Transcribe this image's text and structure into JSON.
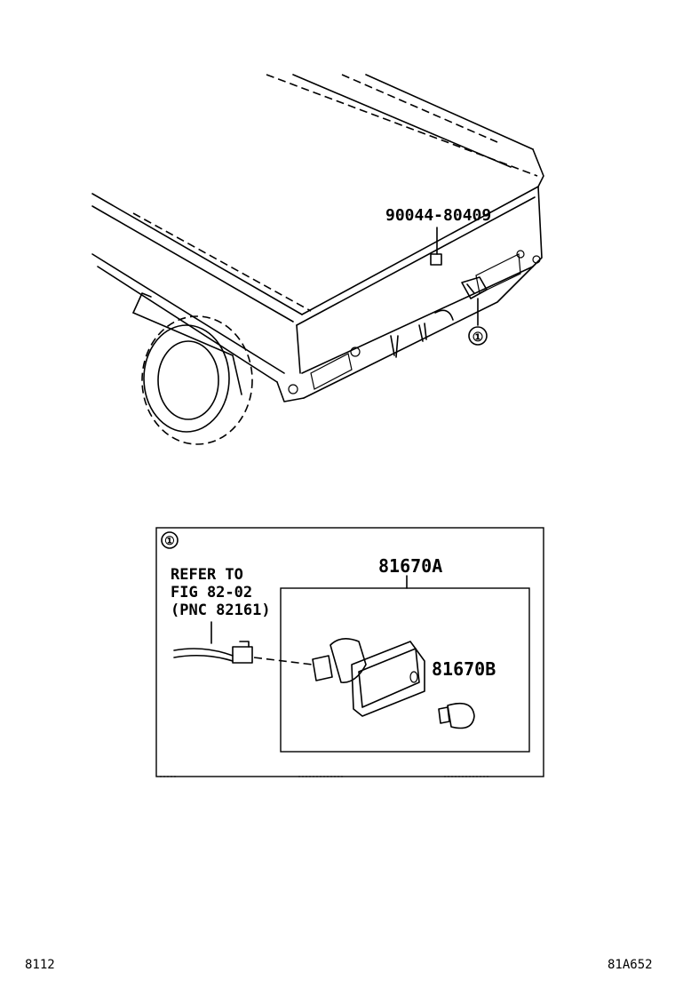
{
  "diagram": {
    "part_labels": {
      "bolt_part_number": "90044-80409",
      "lamp_assembly_part_number": "81670A",
      "bulb_part_number": "81670B"
    },
    "callout": {
      "marker": "①"
    },
    "inset": {
      "marker": "①",
      "refer_lines": [
        "REFER TO",
        "FIG 82-02",
        "(PNC 82161)"
      ]
    },
    "footer": {
      "left_code": "8112",
      "right_code": "81A652"
    }
  }
}
